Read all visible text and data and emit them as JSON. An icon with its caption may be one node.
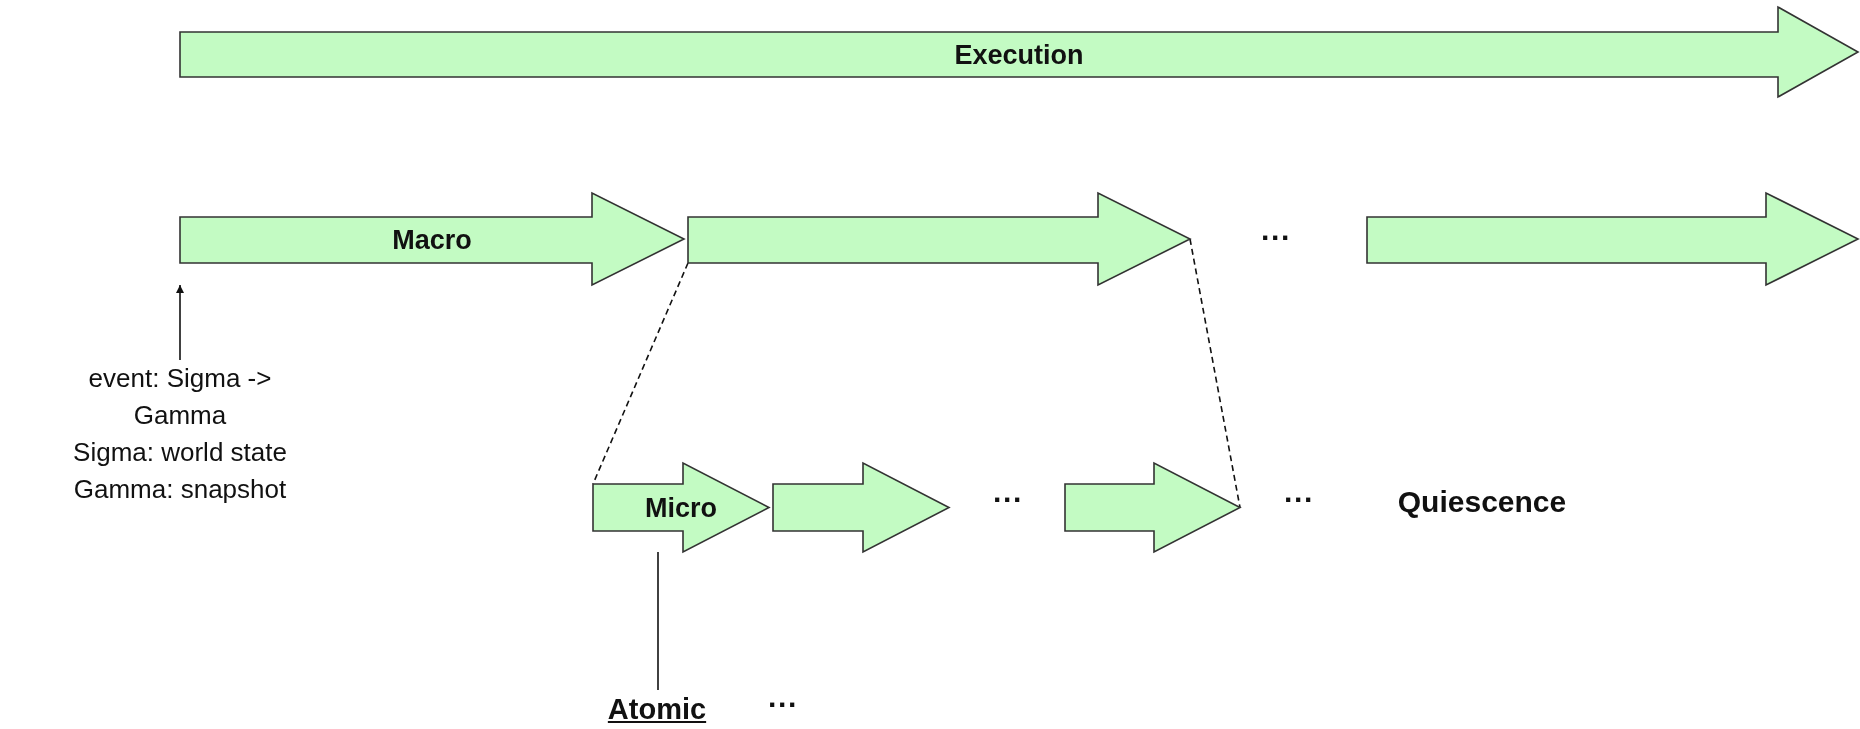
{
  "diagram": {
    "nodes": [
      {
        "text": [
          "Execution"
        ]
      },
      {
        "text": [
          "Macro"
        ]
      },
      {
        "text": [],
        "shape": "arrow"
      },
      {
        "text": [],
        "shape": "arrow"
      },
      {
        "text": [
          "event: Sigma -> Gamma",
          "Sigma: world state",
          "Gamma: snapshot"
        ]
      },
      {
        "text": [
          "Micro"
        ]
      },
      {
        "text": [],
        "shape": "arrow"
      },
      {
        "text": [],
        "shape": "arrow"
      },
      {
        "text": [
          "Atomic"
        ]
      }
    ],
    "edges": [
      {
        "from": 4,
        "to": 1,
        "arrow": "to"
      },
      {
        "from": 2,
        "to": 5,
        "arrow": "none",
        "style": "dashed"
      },
      {
        "from": 2,
        "to": 7,
        "arrow": "none",
        "style": "dashed"
      },
      {
        "from": 5,
        "to": 8,
        "arrow": "none"
      }
    ],
    "labels": [
      "···",
      "···",
      "···",
      "Quiescence",
      "···"
    ]
  }
}
